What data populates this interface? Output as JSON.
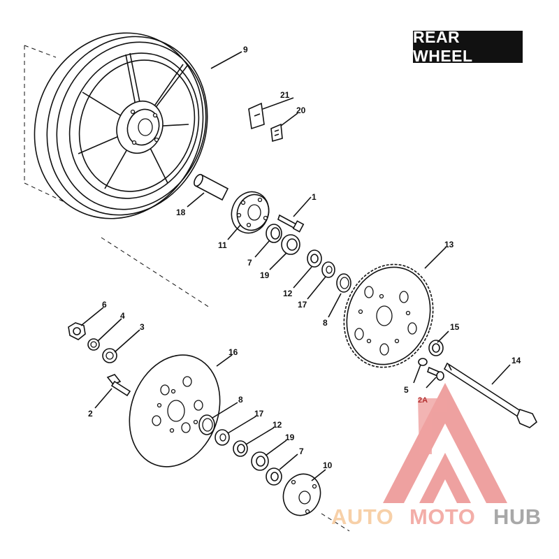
{
  "title": "REAR WHEEL",
  "callouts": {
    "c1": "1",
    "c2": "2",
    "c2a": "2A",
    "c3": "3",
    "c4": "4",
    "c5": "5",
    "c6": "6",
    "c7a": "7",
    "c7b": "7",
    "c8a": "8",
    "c8b": "8",
    "c9": "9",
    "c10": "10",
    "c11": "11",
    "c12a": "12",
    "c12b": "12",
    "c13": "13",
    "c14": "14",
    "c15": "15",
    "c16": "16",
    "c17a": "17",
    "c17b": "17",
    "c18": "18",
    "c19a": "19",
    "c19b": "19",
    "c20": "20",
    "c21": "21"
  },
  "watermark": {
    "auto": "AUTO",
    "moto": "MOTO",
    "hub": "HUB",
    "colors": {
      "auto": "#f6c89a",
      "moto": "#f2a09a",
      "hub": "#9a9a9a",
      "logo": "#e87a78"
    }
  }
}
